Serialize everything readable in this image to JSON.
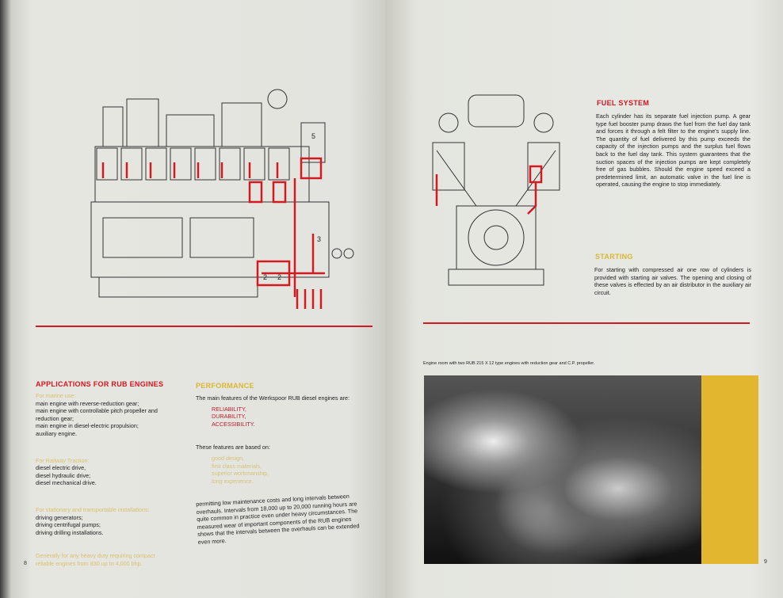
{
  "left_page": {
    "diagram_labels": [
      "5",
      "3",
      "2",
      "2"
    ],
    "applications": {
      "title": "APPLICATIONS FOR RUB ENGINES",
      "marine_heading": "For marine use:",
      "marine_items": [
        "main engine with reverse-reduction gear;",
        "main engine with controllable pitch propeller and reduction gear;",
        "main engine in diesel-electric propulsion;",
        "auxiliary engine."
      ],
      "railway_heading": "For Railway Traction:",
      "railway_items": [
        "diesel electric drive,",
        "diesel hydraulic drive;",
        "diesel mechanical drive."
      ],
      "stationary_heading": "For stationary and transportable installations:",
      "stationary_items": [
        "driving generators;",
        "driving centrifugal pumps;",
        "driving drilling installations."
      ],
      "general_note": "Generally for any heavy duty requiring compact reliable engines from 830 up to 4,000 bhp."
    },
    "performance": {
      "title": "PERFORMANCE",
      "intro": "The main features of the Werkspoor RUB diesel engines are:",
      "features": [
        "RELIABILITY,",
        "DURABILITY,",
        "ACCESSIBILITY."
      ],
      "based_on": "These features are based on:",
      "bases": [
        "good design,",
        "first class materials,",
        "superior workmanship,",
        "long experience."
      ],
      "closing": "permitting low maintenance costs and long intervals between overhauls. Intervals from 18,000 up to 20,000 running hours are quite common in practice even under heavy circumstances. The measured wear of important components of the RUB engines shows that the intervals between the overhauls can be extended even more."
    },
    "page_number": "8"
  },
  "right_page": {
    "fuel_system": {
      "title": "FUEL SYSTEM",
      "body": "Each cylinder has its separate fuel injection pump. A gear type fuel booster pump draws the fuel from the fuel day tank and forces it through a felt filter to the engine's supply line. The quantity of fuel delivered by this pump exceeds the capacity of the injection pumps and the surplus fuel flows back to the fuel day tank. This system guarantees that the suction spaces of the injection pumps are kept completely free of gas bubbles. Should the engine speed exceed a predetermined limit, an automatic valve in the fuel line is operated, causing the engine to stop immediately."
    },
    "starting": {
      "title": "STARTING",
      "body": "For starting with compressed air one row of cylinders is provided with starting air valves. The opening and closing of these valves is effected by an air distributor in the auxiliary air circuit."
    },
    "photo_caption": "Engine room with two RUB 215 X 12 type engines with reduction gear and C.P. propeller.",
    "page_number": "9"
  },
  "colors": {
    "accent_red": "#d21a22",
    "accent_yellow": "#e2b62e"
  }
}
